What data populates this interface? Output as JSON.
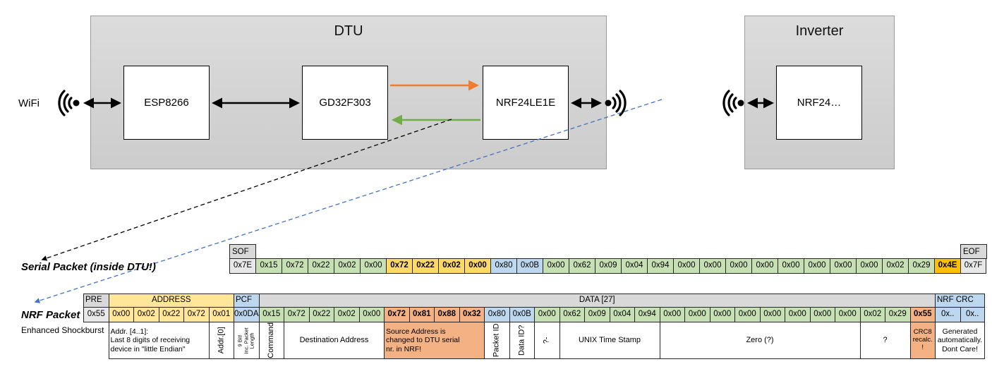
{
  "colors": {
    "gray": "#d9d9d9",
    "lightgray": "#e8e8e8",
    "green": "#c6e0b4",
    "yellow": "#ffe699",
    "gold": "#ffd966",
    "amber": "#ffc000",
    "blue": "#bdd7ee",
    "salmon": "#f4b183",
    "white": "#ffffff"
  },
  "diagram": {
    "wifi_label": "WiFi",
    "dtu": {
      "title": "DTU",
      "chips": [
        {
          "label": "ESP8266"
        },
        {
          "label": "GD32F303"
        },
        {
          "label": "NRF24LE1E"
        }
      ]
    },
    "inverter": {
      "title": "Inverter",
      "chips": [
        {
          "label": "NRF24…"
        }
      ]
    }
  },
  "serial_packet": {
    "label": "Serial Packet (inside DTU!)",
    "sof_label": "SOF",
    "eof_label": "EOF",
    "bytes": [
      {
        "v": "0x7E",
        "c": "lightgray"
      },
      {
        "v": "0x15",
        "c": "green"
      },
      {
        "v": "0x72",
        "c": "green"
      },
      {
        "v": "0x22",
        "c": "green"
      },
      {
        "v": "0x02",
        "c": "green"
      },
      {
        "v": "0x00",
        "c": "green"
      },
      {
        "v": "0x72",
        "c": "gold",
        "b": true
      },
      {
        "v": "0x22",
        "c": "gold",
        "b": true
      },
      {
        "v": "0x02",
        "c": "gold",
        "b": true
      },
      {
        "v": "0x00",
        "c": "gold",
        "b": true
      },
      {
        "v": "0x80",
        "c": "blue"
      },
      {
        "v": "0x0B",
        "c": "blue"
      },
      {
        "v": "0x00",
        "c": "green"
      },
      {
        "v": "0x62",
        "c": "green"
      },
      {
        "v": "0x09",
        "c": "green"
      },
      {
        "v": "0x04",
        "c": "green"
      },
      {
        "v": "0x94",
        "c": "green"
      },
      {
        "v": "0x00",
        "c": "green"
      },
      {
        "v": "0x00",
        "c": "green"
      },
      {
        "v": "0x00",
        "c": "green"
      },
      {
        "v": "0x00",
        "c": "green"
      },
      {
        "v": "0x00",
        "c": "green"
      },
      {
        "v": "0x00",
        "c": "green"
      },
      {
        "v": "0x00",
        "c": "green"
      },
      {
        "v": "0x00",
        "c": "green"
      },
      {
        "v": "0x02",
        "c": "green"
      },
      {
        "v": "0x29",
        "c": "green"
      },
      {
        "v": "0x4E",
        "c": "amber",
        "b": true
      },
      {
        "v": "0x7F",
        "c": "lightgray"
      }
    ]
  },
  "nrf_packet": {
    "label": "NRF Packet",
    "sub_label": "Enhanced Shockburst",
    "headers": [
      {
        "label": "PRE",
        "span": 1,
        "c": "gray",
        "align": "left"
      },
      {
        "label": "ADDRESS",
        "span": 5,
        "c": "yellow",
        "align": "center"
      },
      {
        "label": "PCF",
        "span": 1,
        "c": "blue",
        "align": "left"
      },
      {
        "label": "DATA [27]",
        "span": 27,
        "c": "gray",
        "align": "center"
      },
      {
        "label": "NRF CRC",
        "span": 2,
        "c": "blue",
        "align": "left"
      }
    ],
    "bytes": [
      {
        "v": "0x55",
        "c": "lightgray"
      },
      {
        "v": "0x00",
        "c": "yellow"
      },
      {
        "v": "0x02",
        "c": "yellow"
      },
      {
        "v": "0x22",
        "c": "yellow"
      },
      {
        "v": "0x72",
        "c": "yellow"
      },
      {
        "v": "0x01",
        "c": "yellow"
      },
      {
        "v": "0x0DA",
        "c": "blue"
      },
      {
        "v": "0x15",
        "c": "green"
      },
      {
        "v": "0x72",
        "c": "green"
      },
      {
        "v": "0x22",
        "c": "green"
      },
      {
        "v": "0x02",
        "c": "green"
      },
      {
        "v": "0x00",
        "c": "green"
      },
      {
        "v": "0x72",
        "c": "salmon",
        "b": true
      },
      {
        "v": "0x81",
        "c": "salmon",
        "b": true
      },
      {
        "v": "0x88",
        "c": "salmon",
        "b": true
      },
      {
        "v": "0x32",
        "c": "salmon",
        "b": true
      },
      {
        "v": "0x80",
        "c": "blue"
      },
      {
        "v": "0x0B",
        "c": "blue"
      },
      {
        "v": "0x00",
        "c": "green"
      },
      {
        "v": "0x62",
        "c": "green"
      },
      {
        "v": "0x09",
        "c": "green"
      },
      {
        "v": "0x04",
        "c": "green"
      },
      {
        "v": "0x94",
        "c": "green"
      },
      {
        "v": "0x00",
        "c": "green"
      },
      {
        "v": "0x00",
        "c": "green"
      },
      {
        "v": "0x00",
        "c": "green"
      },
      {
        "v": "0x00",
        "c": "green"
      },
      {
        "v": "0x00",
        "c": "green"
      },
      {
        "v": "0x00",
        "c": "green"
      },
      {
        "v": "0x00",
        "c": "green"
      },
      {
        "v": "0x00",
        "c": "green"
      },
      {
        "v": "0x02",
        "c": "green"
      },
      {
        "v": "0x29",
        "c": "green"
      },
      {
        "v": "0x55",
        "c": "salmon",
        "b": true
      },
      {
        "v": "0x..",
        "c": "blue"
      },
      {
        "v": "0x..",
        "c": "blue"
      }
    ],
    "annotations": [
      {
        "text": "Addr. [4..1]:\nLast 8 digits of receiving\ndevice in \"little Endian\"",
        "span": 4,
        "c": "white",
        "align": "left",
        "fs": 10.5
      },
      {
        "text": "Addr.[0]",
        "span": 1,
        "c": "white",
        "vertical": true
      },
      {
        "text": "9 Bit!\nInc. Packet\nLength",
        "span": 1,
        "c": "white",
        "vertical": true,
        "fs": 7.5
      },
      {
        "text": "Command",
        "span": 1,
        "c": "white",
        "vertical": true
      },
      {
        "text": "Destination Address",
        "span": 4,
        "c": "white"
      },
      {
        "text": "Source Address is\nchanged to DTU serial\nnr. in NRF!",
        "span": 4,
        "c": "salmon",
        "align": "left",
        "fs": 10.5
      },
      {
        "text": "Packet ID",
        "span": 1,
        "c": "white",
        "vertical": true
      },
      {
        "text": "Data ID?",
        "span": 1,
        "c": "white",
        "vertical": true
      },
      {
        "text": "?-",
        "span": 1,
        "c": "white",
        "vertical": true
      },
      {
        "text": "UNIX Time Stamp",
        "span": 4,
        "c": "white"
      },
      {
        "text": "Zero (?)",
        "span": 8,
        "c": "white"
      },
      {
        "text": "?",
        "span": 2,
        "c": "white"
      },
      {
        "text": "CRC8\nrecalc.\n!",
        "span": 1,
        "c": "salmon",
        "fs": 9.5
      },
      {
        "text": "Generated\nautomatically.\nDont Care!",
        "span": 2,
        "c": "white",
        "fs": 10.5
      }
    ]
  }
}
